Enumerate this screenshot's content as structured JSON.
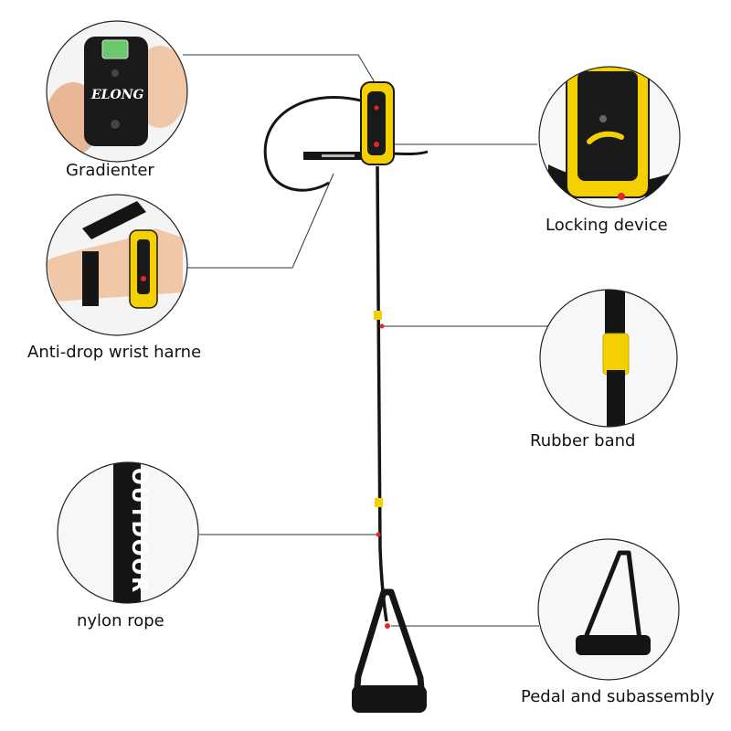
{
  "labels": {
    "gradienter": "Gradienter",
    "anti_drop": "Anti-drop wrist harne",
    "nylon_rope": "nylon rope",
    "locking_device": "Locking device",
    "rubber_band": "Rubber band",
    "pedal": "Pedal and subassembly"
  },
  "logo_text": "ELONG",
  "strap_text": "OUTDOOR",
  "colors": {
    "accent_yellow": "#f5d000",
    "strap_black": "#151515",
    "marker_red": "#e0282a",
    "leader_line": "#333333"
  },
  "icons": [
    "bubble-level-icon",
    "rope-handle-icon",
    "foot-pedal-icon"
  ]
}
